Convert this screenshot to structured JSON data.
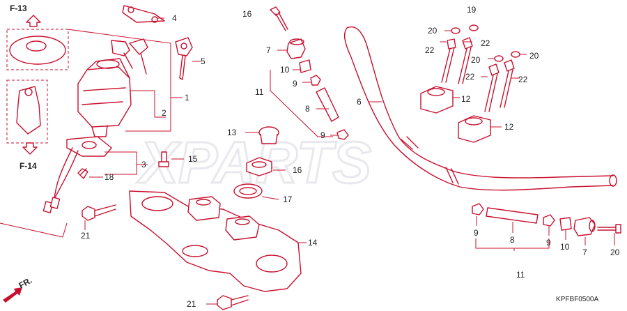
{
  "diagram": {
    "watermark": "XPARTS",
    "code": "KPFBF0500A",
    "front_arrow_label": "FR.",
    "ref_top": "F-13",
    "ref_bottom": "F-14",
    "callouts": [
      {
        "id": "c1",
        "text": "1"
      },
      {
        "id": "c2",
        "text": "2"
      },
      {
        "id": "c3",
        "text": "3"
      },
      {
        "id": "c4",
        "text": "4"
      },
      {
        "id": "c5",
        "text": "5"
      },
      {
        "id": "c6",
        "text": "6"
      },
      {
        "id": "c7a",
        "text": "7"
      },
      {
        "id": "c7b",
        "text": "7"
      },
      {
        "id": "c8a",
        "text": "8"
      },
      {
        "id": "c8b",
        "text": "8"
      },
      {
        "id": "c9a",
        "text": "9"
      },
      {
        "id": "c9b",
        "text": "9"
      },
      {
        "id": "c9c",
        "text": "9"
      },
      {
        "id": "c9d",
        "text": "9"
      },
      {
        "id": "c10a",
        "text": "10"
      },
      {
        "id": "c10b",
        "text": "10"
      },
      {
        "id": "c11a",
        "text": "11"
      },
      {
        "id": "c11b",
        "text": "11"
      },
      {
        "id": "c12a",
        "text": "12"
      },
      {
        "id": "c12b",
        "text": "12"
      },
      {
        "id": "c13",
        "text": "13"
      },
      {
        "id": "c14",
        "text": "14"
      },
      {
        "id": "c15",
        "text": "15"
      },
      {
        "id": "c16a",
        "text": "16"
      },
      {
        "id": "c16b",
        "text": "16"
      },
      {
        "id": "c17",
        "text": "17"
      },
      {
        "id": "c18",
        "text": "18"
      },
      {
        "id": "c19",
        "text": "19"
      },
      {
        "id": "c20a",
        "text": "20"
      },
      {
        "id": "c20b",
        "text": "20"
      },
      {
        "id": "c20c",
        "text": "20"
      },
      {
        "id": "c20d",
        "text": "20"
      },
      {
        "id": "c21a",
        "text": "21"
      },
      {
        "id": "c21b",
        "text": "21"
      },
      {
        "id": "c22a",
        "text": "22"
      },
      {
        "id": "c22b",
        "text": "22"
      },
      {
        "id": "c22c",
        "text": "22"
      },
      {
        "id": "c22d",
        "text": "22"
      }
    ]
  }
}
